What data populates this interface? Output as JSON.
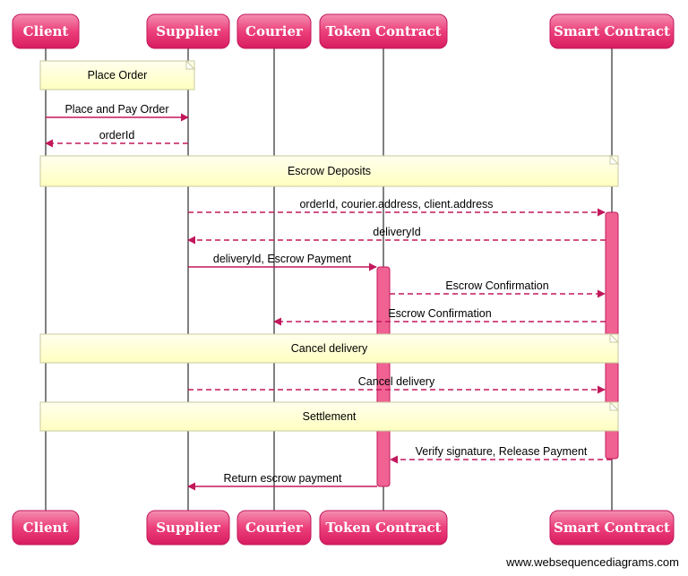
{
  "participants": [
    {
      "id": "client",
      "label": "Client"
    },
    {
      "id": "supplier",
      "label": "Supplier"
    },
    {
      "id": "courier",
      "label": "Courier"
    },
    {
      "id": "token",
      "label": "Token Contract"
    },
    {
      "id": "smart",
      "label": "Smart Contract"
    }
  ],
  "steps": [
    {
      "kind": "note",
      "text": "Place Order"
    },
    {
      "kind": "message",
      "from": "client",
      "to": "supplier",
      "style": "solid",
      "text": "Place and Pay Order"
    },
    {
      "kind": "message",
      "from": "supplier",
      "to": "client",
      "style": "dashed",
      "text": "orderId"
    },
    {
      "kind": "note",
      "text": "Escrow Deposits"
    },
    {
      "kind": "message",
      "from": "supplier",
      "to": "smart",
      "style": "dashed",
      "text": "orderId, courier.address, client.address"
    },
    {
      "kind": "message",
      "from": "smart",
      "to": "supplier",
      "style": "dashed",
      "text": "deliveryId"
    },
    {
      "kind": "message",
      "from": "supplier",
      "to": "token",
      "style": "solid",
      "text": "deliveryId, Escrow Payment"
    },
    {
      "kind": "message",
      "from": "token",
      "to": "smart",
      "style": "dashed",
      "text": "Escrow Confirmation"
    },
    {
      "kind": "message",
      "from": "smart",
      "to": "courier",
      "style": "dashed",
      "text": "Escrow Confirmation"
    },
    {
      "kind": "note",
      "text": "Cancel delivery"
    },
    {
      "kind": "message",
      "from": "supplier",
      "to": "smart",
      "style": "dashed",
      "text": "Cancel delivery"
    },
    {
      "kind": "note",
      "text": "Settlement"
    },
    {
      "kind": "message",
      "from": "smart",
      "to": "token",
      "style": "dashed",
      "text": "Verify signature, Release Payment"
    },
    {
      "kind": "message",
      "from": "token",
      "to": "supplier",
      "style": "solid",
      "text": "Return escrow payment"
    }
  ],
  "watermark": "www.websequencediagrams.com",
  "colors": {
    "accent": "#c2185b",
    "participant_fill": "#ec407a",
    "activation": "#f06292",
    "note_fill": "#ffffcc"
  }
}
